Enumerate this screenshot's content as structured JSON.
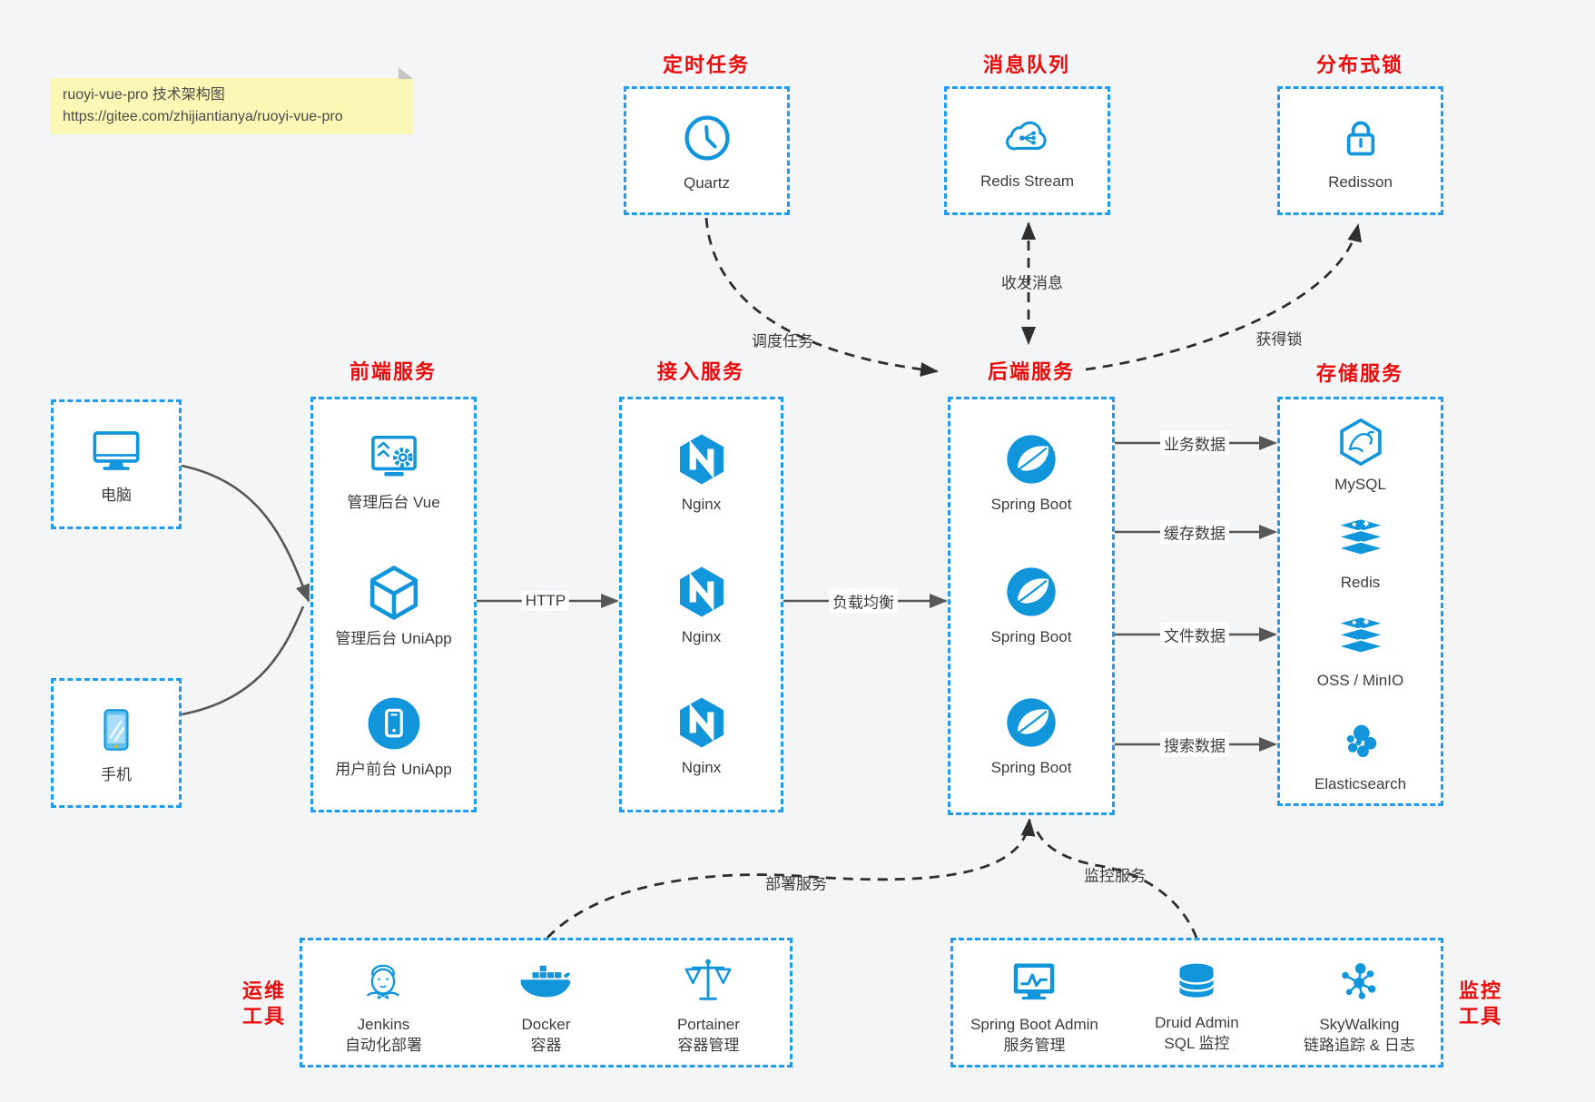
{
  "note": {
    "line1": "ruoyi-vue-pro 技术架构图",
    "line2": "https://gitee.com/zhijiantianya/ruoyi-vue-pro"
  },
  "colors": {
    "icon_blue": "#1296db",
    "box_border_blue": "#1f9cf0",
    "title_red": "#ec0c0c",
    "background": "#f4f5f6"
  },
  "top_services": [
    {
      "title": "定时任务",
      "label": "Quartz"
    },
    {
      "title": "消息队列",
      "label": "Redis Stream"
    },
    {
      "title": "分布式锁",
      "label": "Redisson"
    }
  ],
  "clients": [
    {
      "label": "电脑"
    },
    {
      "label": "手机"
    }
  ],
  "frontend": {
    "title": "前端服务",
    "items": [
      {
        "label": "管理后台 Vue"
      },
      {
        "label": "管理后台 UniApp"
      },
      {
        "label": "用户前台 UniApp"
      }
    ]
  },
  "gateway": {
    "title": "接入服务",
    "items": [
      {
        "label": "Nginx"
      },
      {
        "label": "Nginx"
      },
      {
        "label": "Nginx"
      }
    ]
  },
  "backend": {
    "title": "后端服务",
    "items": [
      {
        "label": "Spring Boot"
      },
      {
        "label": "Spring Boot"
      },
      {
        "label": "Spring Boot"
      }
    ]
  },
  "storage": {
    "title": "存储服务",
    "items": [
      {
        "label": "MySQL"
      },
      {
        "label": "Redis"
      },
      {
        "label": "OSS / MinIO"
      },
      {
        "label": "Elasticsearch"
      }
    ]
  },
  "ops": {
    "title_line1": "运维",
    "title_line2": "工具",
    "items": [
      {
        "label": "Jenkins",
        "sublabel": "自动化部署"
      },
      {
        "label": "Docker",
        "sublabel": "容器"
      },
      {
        "label": "Portainer",
        "sublabel": "容器管理"
      }
    ]
  },
  "monitoring": {
    "title_line1": "监控",
    "title_line2": "工具",
    "items": [
      {
        "label": "Spring Boot Admin",
        "sublabel": "服务管理"
      },
      {
        "label": "Druid Admin",
        "sublabel": "SQL 监控"
      },
      {
        "label": "SkyWalking",
        "sublabel": "链路追踪 & 日志"
      }
    ]
  },
  "edges": {
    "http": "HTTP",
    "load_balance": "负载均衡",
    "business_data": "业务数据",
    "cache_data": "缓存数据",
    "file_data": "文件数据",
    "search_data": "搜索数据",
    "schedule_task": "调度任务",
    "send_receive_message": "收发消息",
    "acquire_lock": "获得锁",
    "deploy_service": "部署服务",
    "monitor_service": "监控服务"
  }
}
